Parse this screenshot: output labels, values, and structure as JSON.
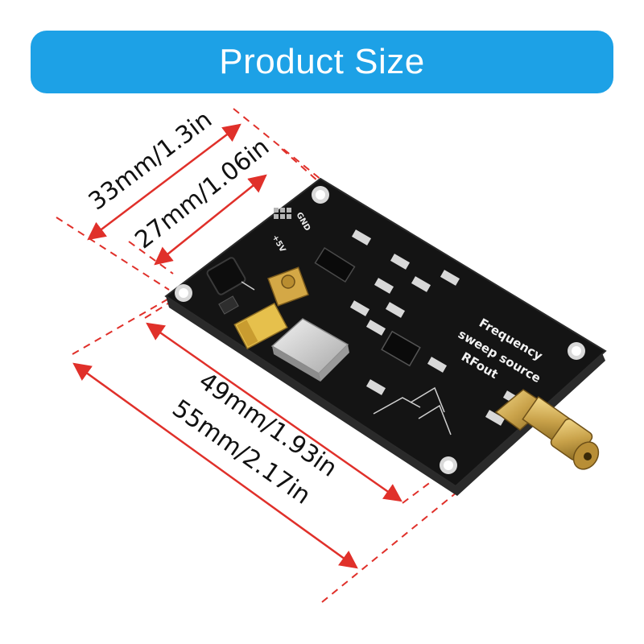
{
  "header": {
    "title": "Product Size"
  },
  "dimensions": {
    "width_outer": "33mm/1.3in",
    "width_inner": "27mm/1.06in",
    "length_inner": "49mm/1.93in",
    "length_outer": "55mm/2.17in"
  },
  "board": {
    "silk_line1": "Frequency",
    "silk_line2": "sweep source",
    "silk_line3": "RFout",
    "pin_gnd": "GND",
    "pin_5v": "+5V"
  },
  "colors": {
    "banner": "#1da1e6",
    "dimension_line": "#e0302a",
    "board": "#141414",
    "connector": "#c9a24a"
  }
}
